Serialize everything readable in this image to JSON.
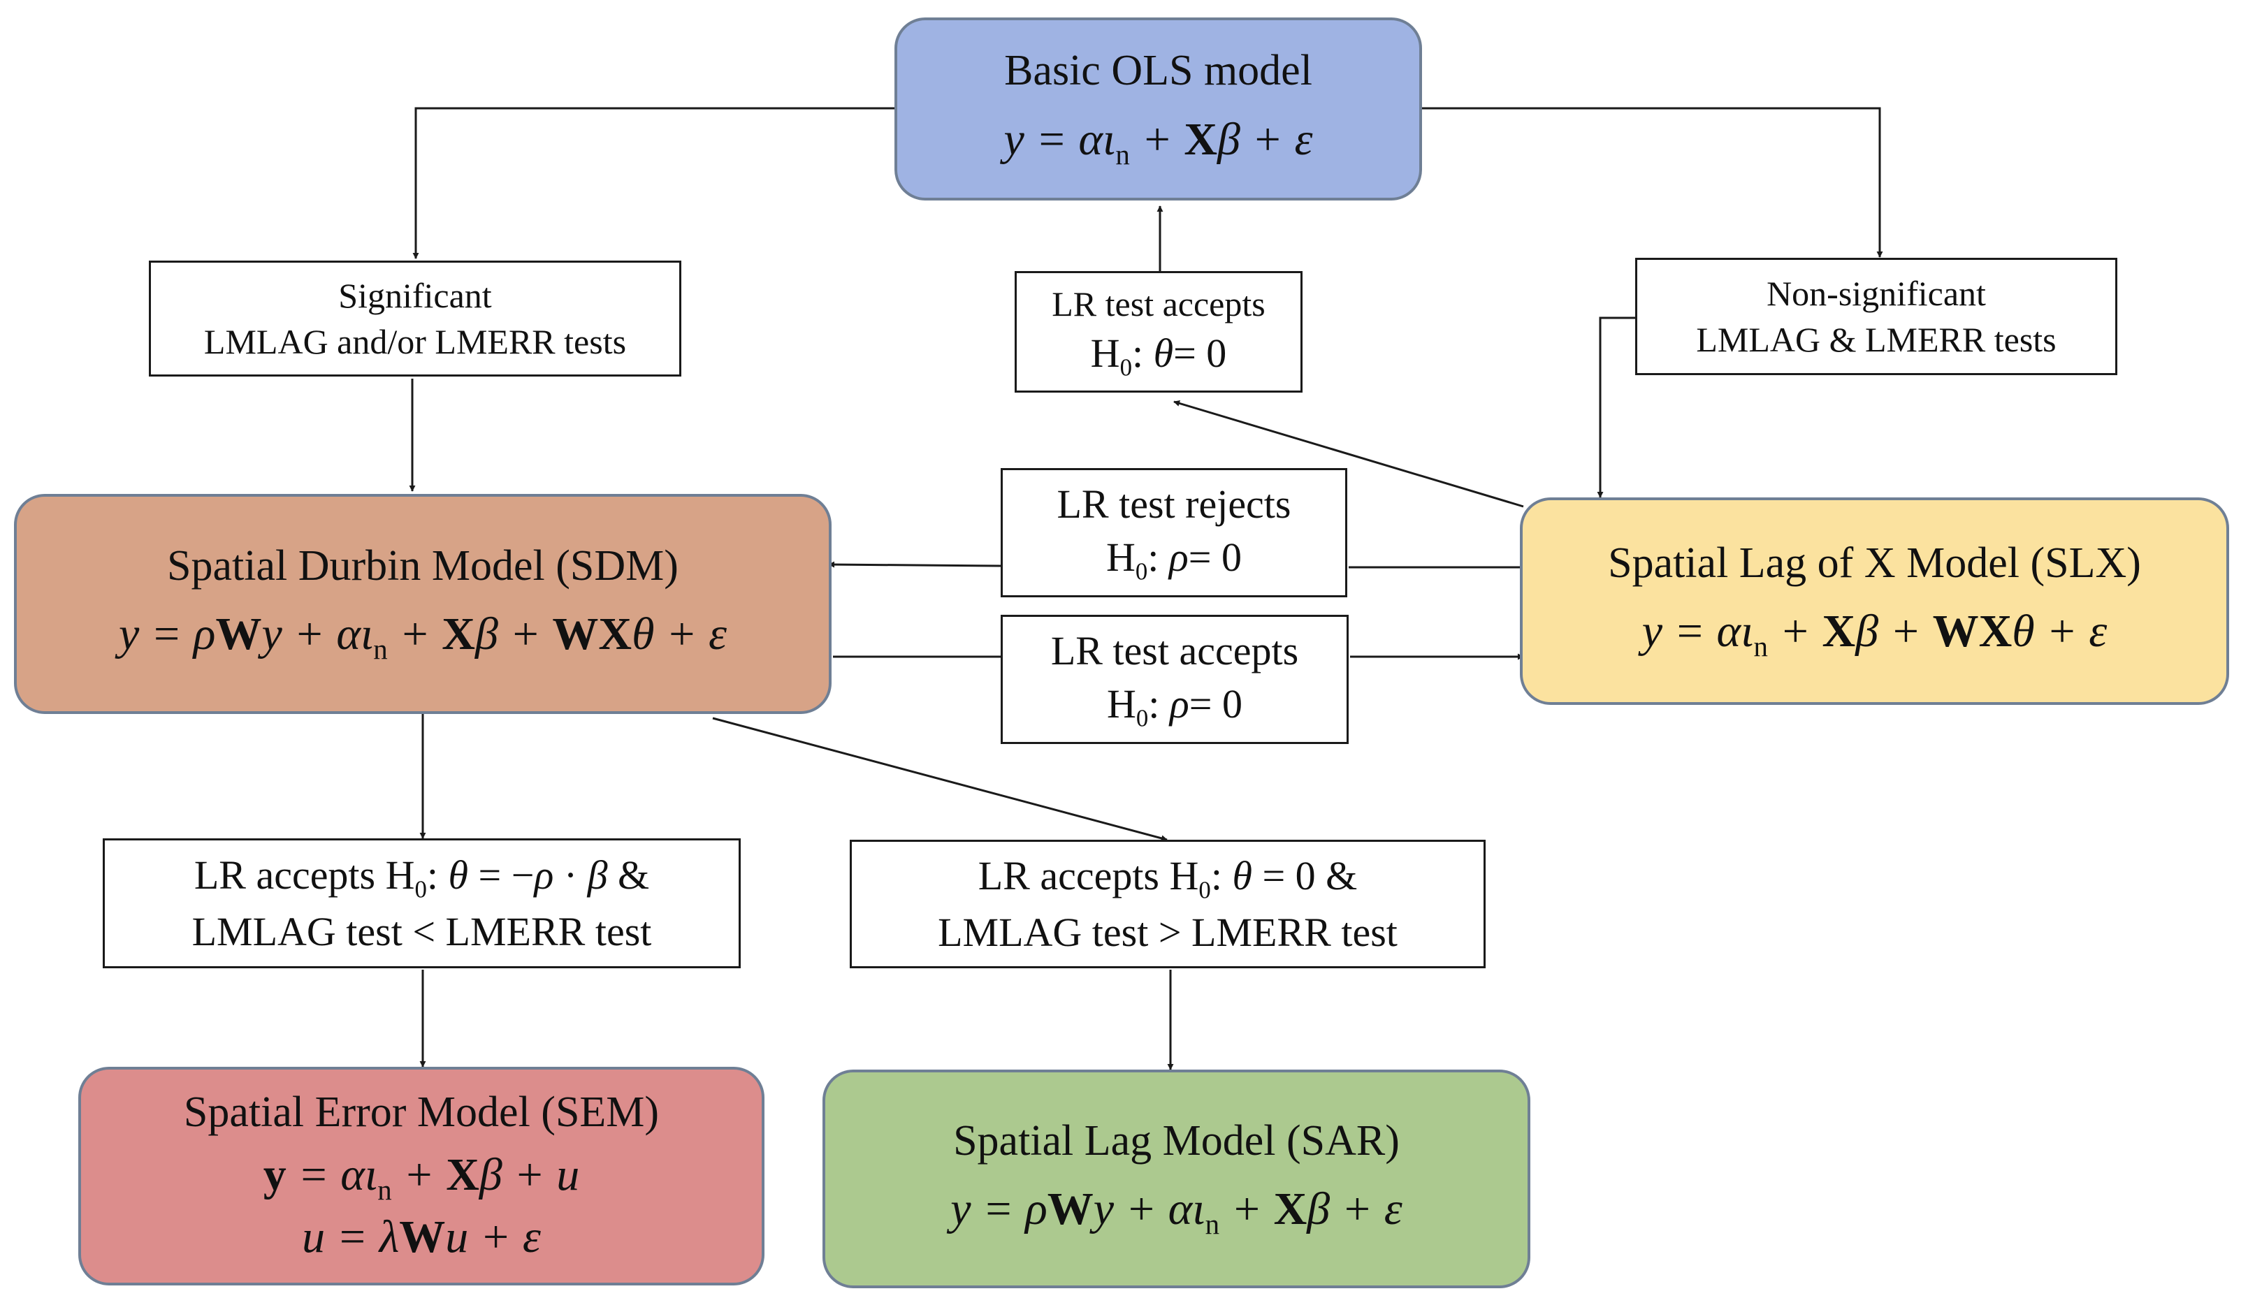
{
  "colors": {
    "ols": "#9fb3e3",
    "sdm": "#d7a387",
    "slx": "#fbe29f",
    "sem": "#dc8d8c",
    "sar": "#acc98f",
    "stroke": "#1a1a1a"
  },
  "nodes": {
    "ols": {
      "title": "Basic OLS model",
      "eq": "y = αι<sub>n</sub> + <b>X</b>β + ε"
    },
    "sdm": {
      "title": "Spatial Durbin Model (SDM)",
      "eq": "y = ρ<b>W</b>y + αι<sub>n</sub> + <b>X</b>β + <b>WX</b>θ + ε"
    },
    "slx": {
      "title": "Spatial Lag of X Model (SLX)",
      "eq": "y = αι<sub>n</sub> + <b>X</b>β + <b>WX</b>θ + ε"
    },
    "sem": {
      "title": "Spatial Error Model (SEM)",
      "eq1": "<b>y</b> = αι<sub>n</sub> + <b>X</b>β + u",
      "eq2": "u = λ<b>W</b>u + ε"
    },
    "sar": {
      "title": "Spatial Lag Model (SAR)",
      "eq": "y = ρ<b>W</b>y + αι<sub>n</sub> + <b>X</b>β + ε"
    }
  },
  "tests": {
    "significant": {
      "line1": "Significant",
      "line2": "LMLAG and/or LMERR tests"
    },
    "nonsignificant": {
      "line1": "Non-significant",
      "line2": "LMLAG & LMERR tests"
    },
    "lr_theta_ols": {
      "line1": "LR test accepts",
      "line2": "H<sub>0</sub>: <i>θ</i>= 0"
    },
    "lr_rejects_rho": {
      "line1": "LR test rejects",
      "line2": "H<sub>0</sub>: <i>ρ</i>= 0"
    },
    "lr_accepts_rho": {
      "line1": "LR test accepts",
      "line2": "H<sub>0</sub>: <i>ρ</i>= 0"
    },
    "lr_sem": {
      "line1": "LR accepts H<sub>0</sub>: <i>θ</i> = −<i>ρ</i> · <i>β</i> &",
      "line2": "LMLAG test < LMERR test"
    },
    "lr_sar": {
      "line1": "LR accepts H<sub>0</sub>: <i>θ</i> = 0 &",
      "line2": "LMLAG test > LMERR test"
    }
  }
}
